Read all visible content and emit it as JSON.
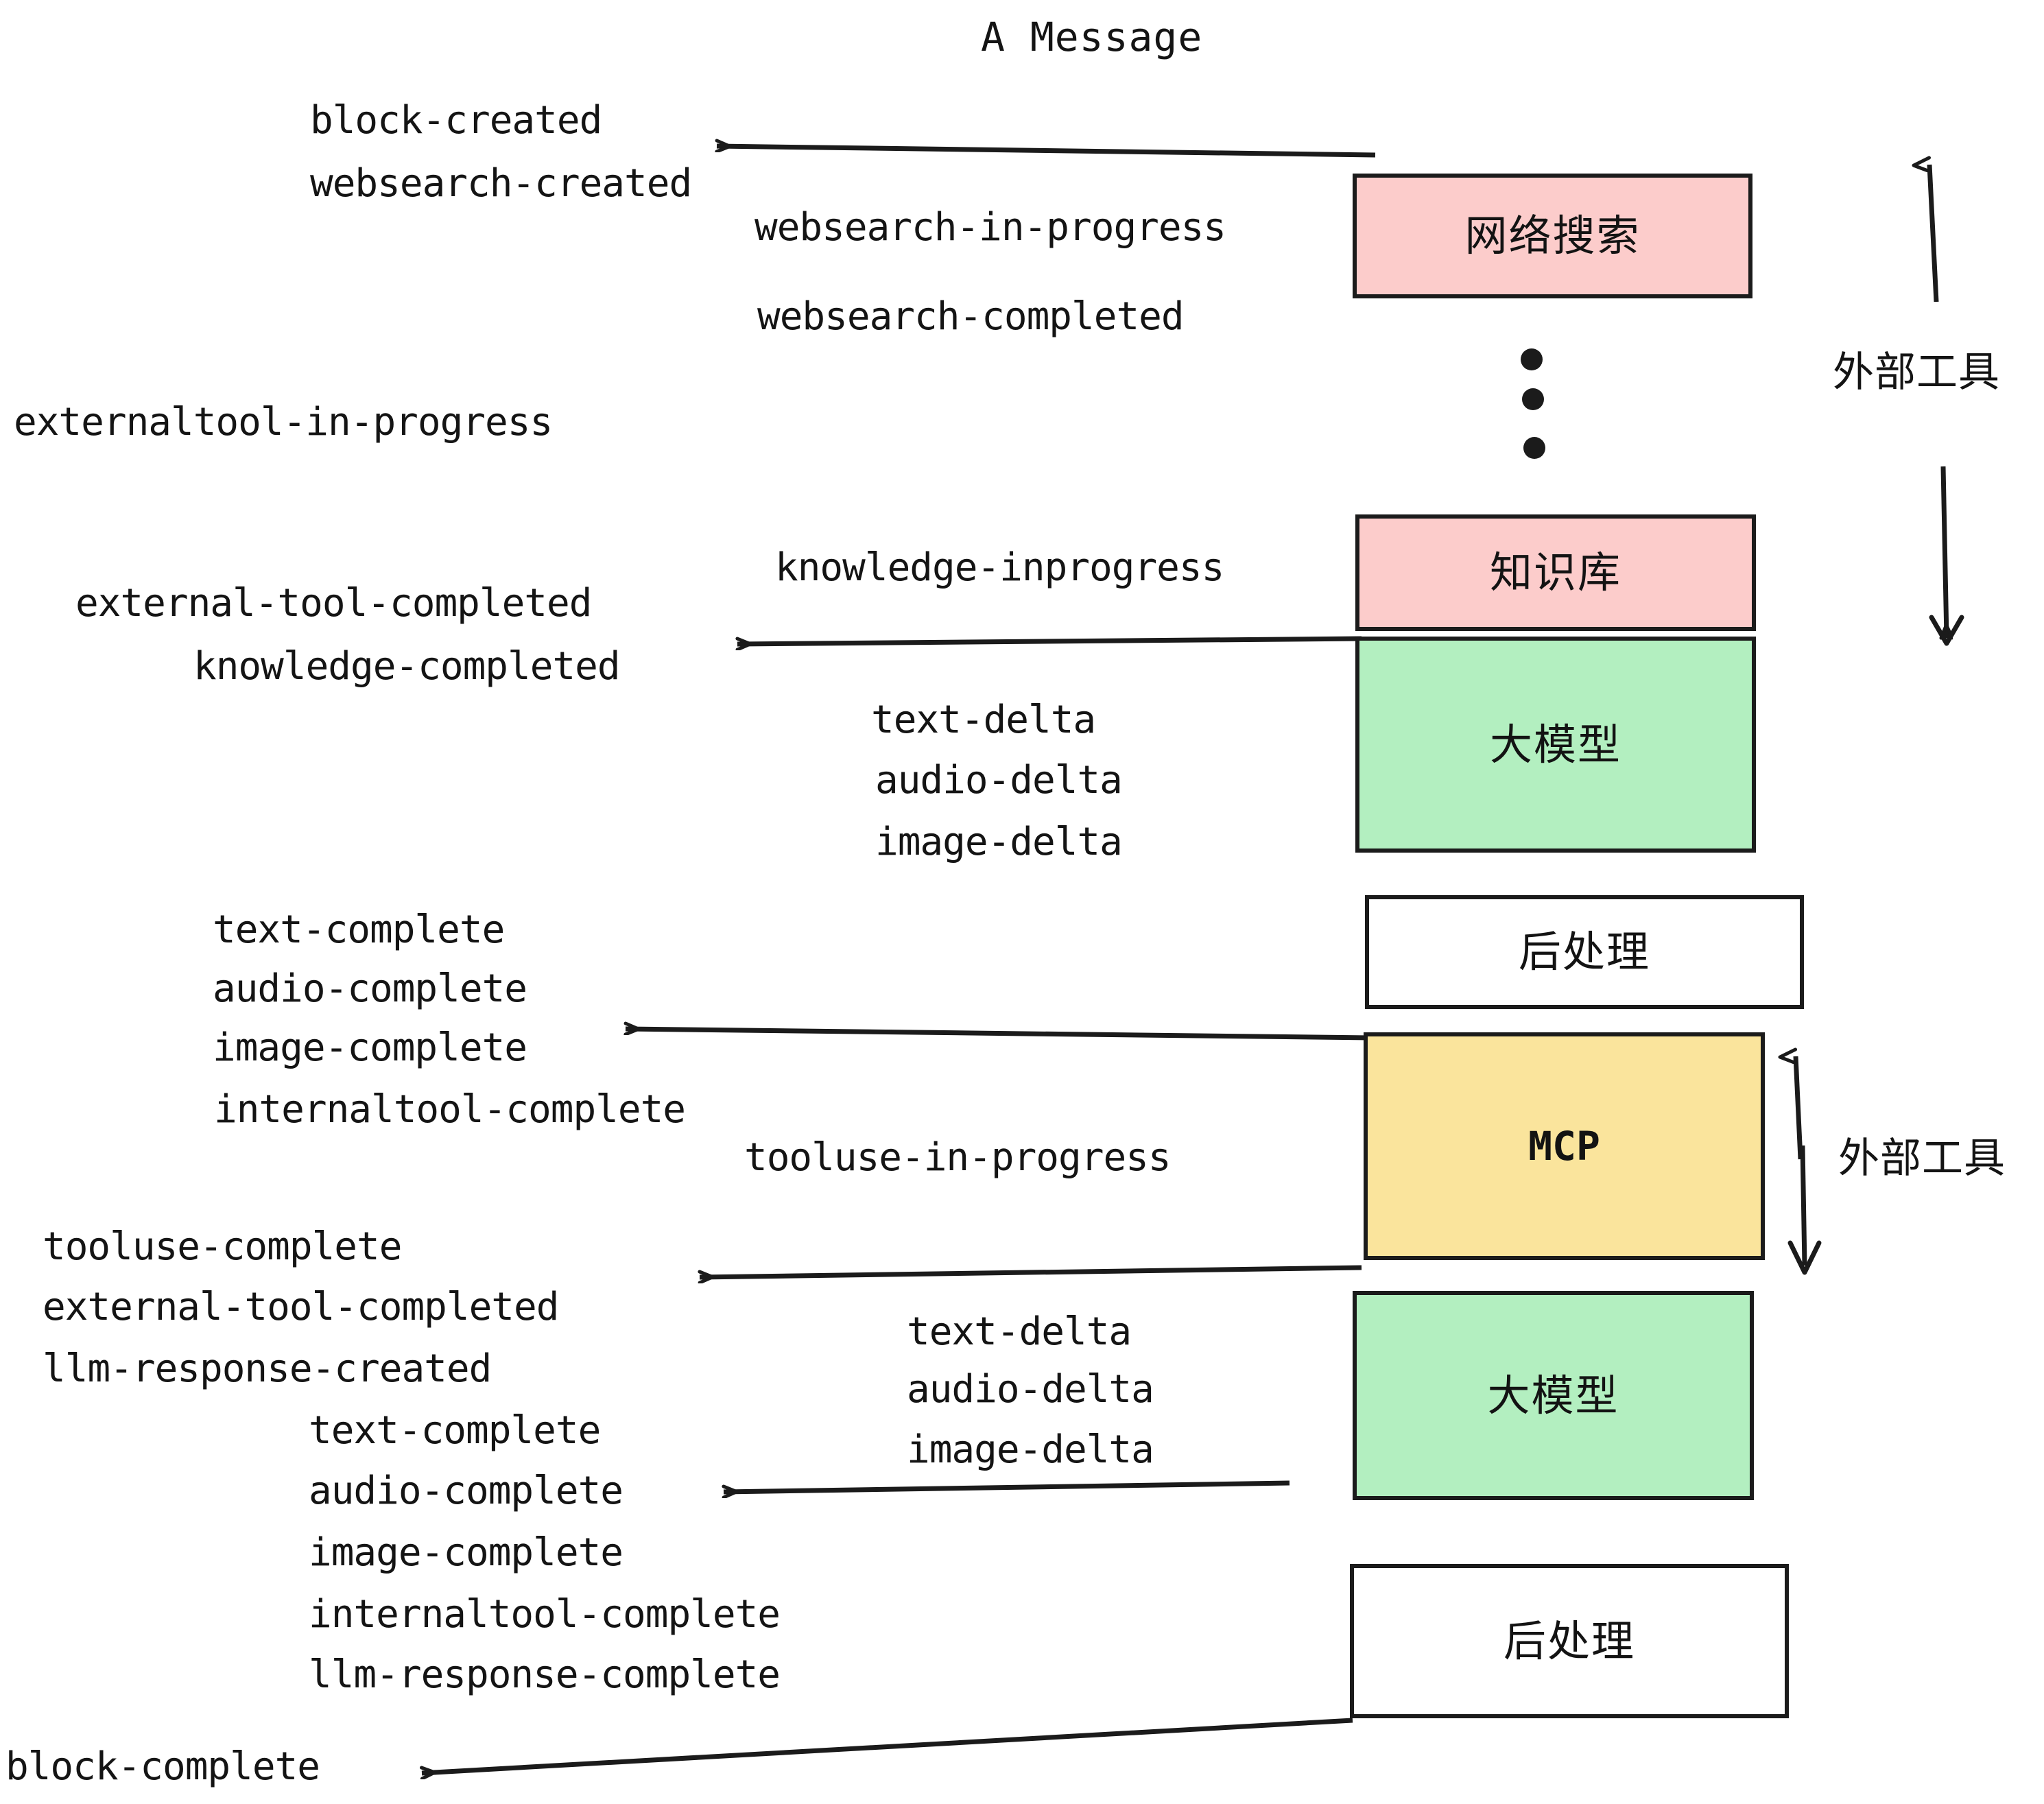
{
  "diagram": {
    "title": "A Message",
    "colors": {
      "pink": "#FCCCCB",
      "green": "#B3EFC0",
      "yellow": "#FAE49C",
      "white": "#FFFFFF",
      "stroke": "#1B1B1B",
      "text": "#141414"
    }
  },
  "nodes": [
    {
      "id": "websearch",
      "label": "网络搜索",
      "fill": "#FCCCCB"
    },
    {
      "id": "knowledge",
      "label": "知识库",
      "fill": "#FCCCCB"
    },
    {
      "id": "llm-top",
      "label": "大模型",
      "fill": "#B3EFC0"
    },
    {
      "id": "postprocess-top",
      "label": "后处理",
      "fill": "#FFFFFF"
    },
    {
      "id": "mcp",
      "label": "MCP",
      "fill": "#FAE49C"
    },
    {
      "id": "llm-bottom",
      "label": "大模型",
      "fill": "#B3EFC0"
    },
    {
      "id": "postprocess-bottom",
      "label": "后处理",
      "fill": "#FFFFFF"
    }
  ],
  "side_labels": [
    {
      "id": "external-tool-top",
      "label": "外部工具"
    },
    {
      "id": "external-tool-bottom",
      "label": "外部工具"
    }
  ],
  "events": [
    {
      "id": "block-created",
      "text": "block-created"
    },
    {
      "id": "websearch-created",
      "text": "websearch-created"
    },
    {
      "id": "websearch-in-progress",
      "text": "websearch-in-progress"
    },
    {
      "id": "websearch-completed",
      "text": "websearch-completed"
    },
    {
      "id": "externaltool-in-progress",
      "text": "externaltool-in-progress"
    },
    {
      "id": "knowledge-inprogress",
      "text": "knowledge-inprogress"
    },
    {
      "id": "external-tool-completed-1",
      "text": "external-tool-completed"
    },
    {
      "id": "knowledge-completed",
      "text": "knowledge-completed"
    },
    {
      "id": "text-delta-1",
      "text": "text-delta"
    },
    {
      "id": "audio-delta-1",
      "text": "audio-delta"
    },
    {
      "id": "image-delta-1",
      "text": "image-delta"
    },
    {
      "id": "text-complete-1",
      "text": "text-complete"
    },
    {
      "id": "audio-complete-1",
      "text": "audio-complete"
    },
    {
      "id": "image-complete-1",
      "text": "image-complete"
    },
    {
      "id": "internaltool-complete-1",
      "text": "internaltool-complete"
    },
    {
      "id": "tooluse-in-progress",
      "text": "tooluse-in-progress"
    },
    {
      "id": "tooluse-complete",
      "text": "tooluse-complete"
    },
    {
      "id": "external-tool-completed-2",
      "text": "external-tool-completed"
    },
    {
      "id": "llm-response-created",
      "text": "llm-response-created"
    },
    {
      "id": "text-delta-2",
      "text": "text-delta"
    },
    {
      "id": "audio-delta-2",
      "text": "audio-delta"
    },
    {
      "id": "image-delta-2",
      "text": "image-delta"
    },
    {
      "id": "text-complete-2",
      "text": "text-complete"
    },
    {
      "id": "audio-complete-2",
      "text": "audio-complete"
    },
    {
      "id": "image-complete-2",
      "text": "image-complete"
    },
    {
      "id": "internaltool-complete-2",
      "text": "internaltool-complete"
    },
    {
      "id": "llm-response-complete",
      "text": "llm-response-complete"
    },
    {
      "id": "block-complete",
      "text": "block-complete"
    }
  ]
}
